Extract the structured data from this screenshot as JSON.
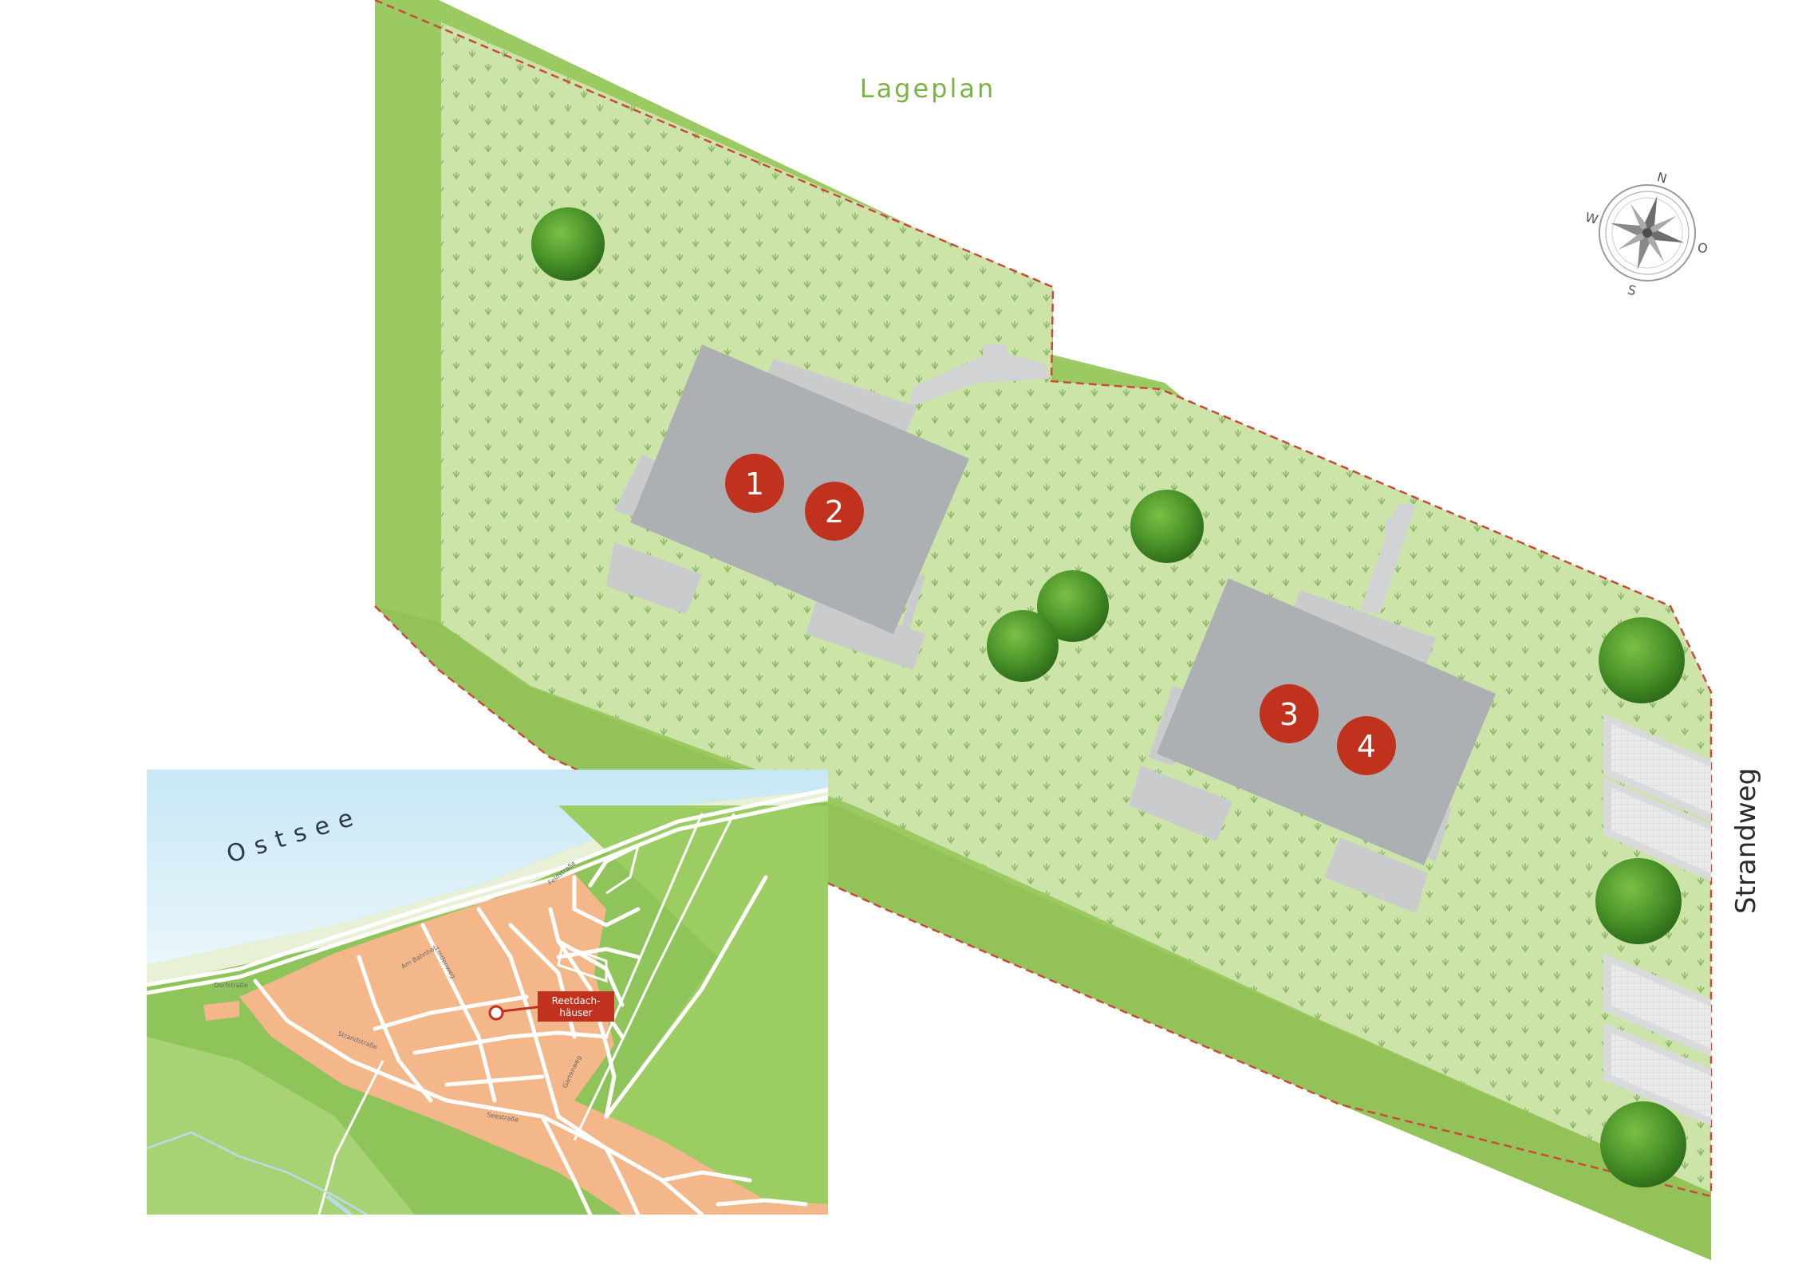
{
  "title": "Lageplan",
  "street_label": "Strandweg",
  "compass": {
    "n": "N",
    "o": "O",
    "s": "S",
    "w": "W"
  },
  "houses": [
    {
      "number": "1"
    },
    {
      "number": "2"
    },
    {
      "number": "3"
    },
    {
      "number": "4"
    }
  ],
  "inset_map": {
    "sea_label": "Ostsee",
    "marker_label_line1": "Reetdach-",
    "marker_label_line2": "häuser",
    "street_names": [
      "Dorfstraße",
      "Am Bahnhof",
      "Seestraße",
      "Lindenweg",
      "Strandstraße",
      "Gartenweg",
      "Feldstraße"
    ]
  },
  "colors": {
    "lawn": "#c9e2a4",
    "edge_green": "#97c85e",
    "boundary": "#c94a3a",
    "building": "#b0b3b6",
    "building_light": "#ced0d1",
    "marker": "#c0311e",
    "tree": "#4f9a2c",
    "sea": "#c6e6f4",
    "town": "#f3b78a"
  }
}
